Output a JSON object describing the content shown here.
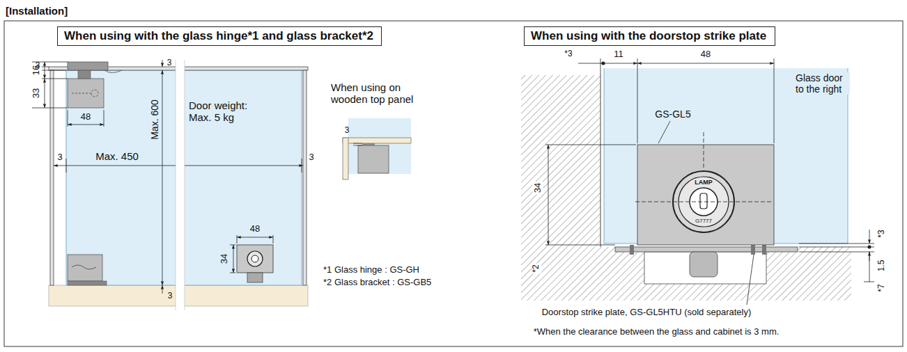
{
  "diagram": {
    "title": "[Installation]",
    "nodes": [
      {
        "text": [
          "When using with the glass hinge*1 and glass bracket*2"
        ]
      },
      {
        "text": [
          "When using with the doorstop strike plate"
        ]
      }
    ],
    "labels": [
      "3",
      "16",
      "33",
      "48",
      "3",
      "Max. 600",
      "Door weight: Max. 5 kg",
      "When using on wooden top panel",
      "3",
      "3",
      "Max. 450",
      "3",
      "48",
      "34",
      "3",
      "*1 Glass hinge : GS-GH",
      "*2 Glass bracket : GS-GB5",
      "*3",
      "11",
      "48",
      "Glass door to the right",
      "GS-GL5",
      "LAMP",
      "G7777",
      "34",
      "*3",
      "*2",
      "1.5",
      "*7",
      "Doorstop strike plate, GS-GL5HTU (sold separately)",
      "*When the clearance between the glass and cabinet is 3 mm."
    ]
  }
}
